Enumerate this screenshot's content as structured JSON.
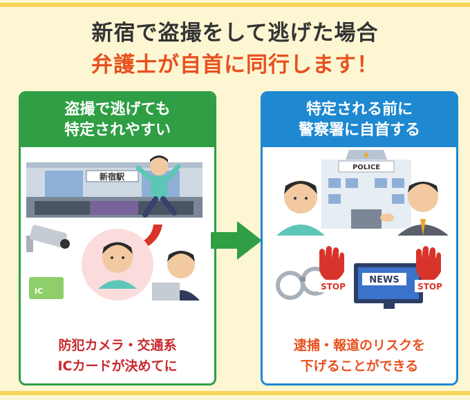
{
  "title": {
    "line1": "新宿で盗撮をして逃げた場合",
    "line2": "弁護士が自首に同行します！"
  },
  "left_panel": {
    "heading_line1": "盗撮で逃げても",
    "heading_line2": "特定されやすい",
    "station_sign": "新宿駅",
    "ic_card_label": "IC",
    "footer_line1": "防犯カメラ・交通系",
    "footer_line2": "ICカードが決めてに"
  },
  "right_panel": {
    "heading_line1": "特定される前に",
    "heading_line2": "警察署に自首する",
    "police_sign": "POLICE",
    "news_label": "NEWS",
    "stop_label_1": "STOP",
    "stop_label_2": "STOP",
    "footer_line1": "逮捕・報道のリスクを",
    "footer_line2": "下げることができる"
  },
  "colors": {
    "green": "#2f9e44",
    "blue": "#1e88d0",
    "orange": "#e8501e",
    "red": "#c8282d",
    "background": "#fdf6d3"
  }
}
